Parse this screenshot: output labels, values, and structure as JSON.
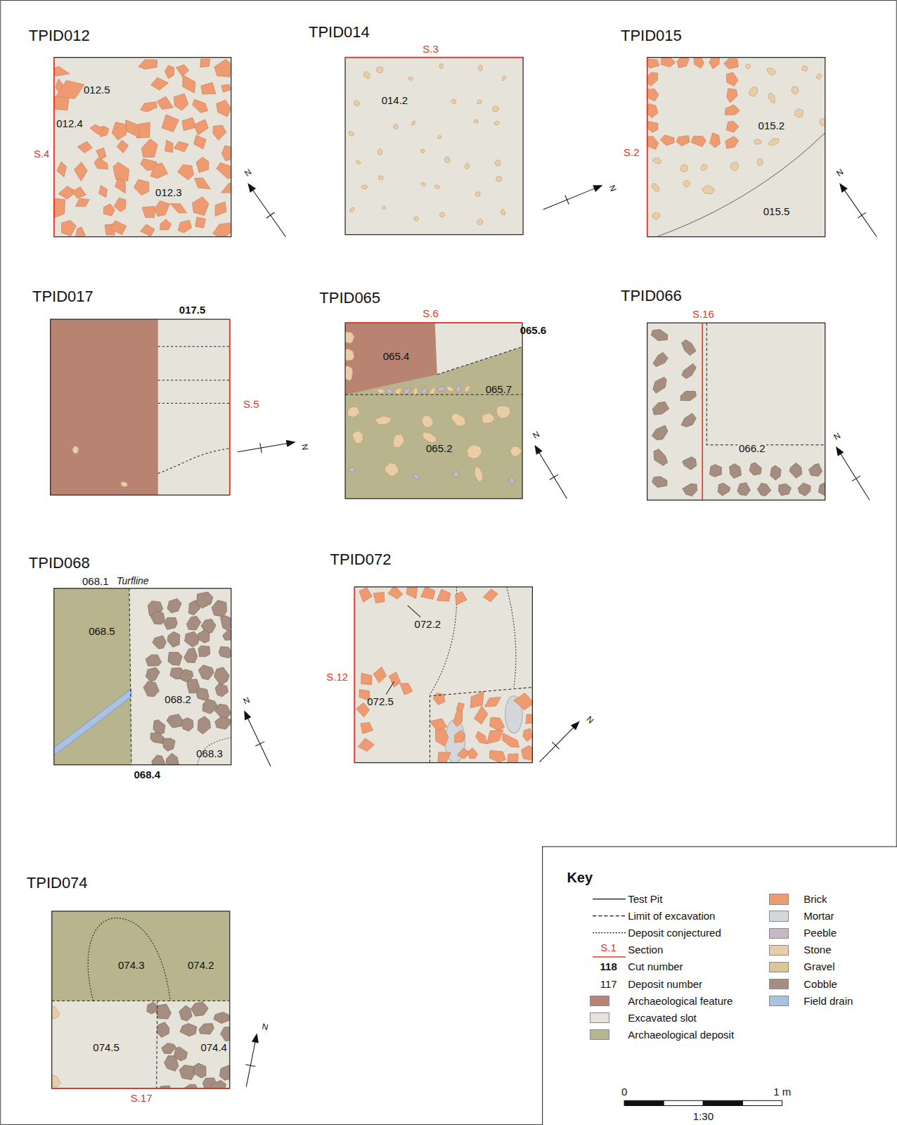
{
  "diagram": {
    "nodes": [
      {
        "text": [
          "TPID012",
          "012.5",
          "012.4",
          "012.3",
          "S.4"
        ]
      },
      {
        "text": [
          "TPID014",
          "S.3",
          "014.2"
        ]
      },
      {
        "text": [
          "TPID015",
          "015.2",
          "S.2",
          "015.5"
        ]
      },
      {
        "text": [
          "TPID017",
          "017.5",
          "S.5"
        ]
      },
      {
        "text": [
          "TPID065",
          "S.6",
          "065.6",
          "065.4",
          "065.7",
          "065.2"
        ]
      },
      {
        "text": [
          "TPID066",
          "S.16",
          "066.2"
        ]
      },
      {
        "text": [
          "TPID068",
          "068.1",
          "Turfline",
          "068.5",
          "068.2",
          "068.3",
          "068.4"
        ]
      },
      {
        "text": [
          "TPID072",
          "072.2",
          "S.12",
          "072.5"
        ]
      },
      {
        "text": [
          "TPID074",
          "074.3",
          "074.2",
          "074.5",
          "074.4",
          "S.17"
        ]
      },
      {
        "text": [
          "Key"
        ]
      }
    ],
    "labels": [
      "S.1",
      "118",
      "117",
      "0",
      "1 m",
      "1:30",
      "N",
      "N",
      "N",
      "N",
      "N",
      "N",
      "N",
      "N",
      "N"
    ],
    "legend": [
      {
        "text": "Test Pit"
      },
      {
        "text": "Limit of excavation"
      },
      {
        "text": "Deposit conjectured"
      },
      {
        "text": "Section"
      },
      {
        "text": "Cut number"
      },
      {
        "text": "Deposit number"
      },
      {
        "text": "Archaeological feature",
        "color": "#b98371"
      },
      {
        "text": "Excavated slot",
        "color": "#e6e3da"
      },
      {
        "text": "Archaeological deposit",
        "color": "#b8b48e"
      },
      {
        "text": "Brick",
        "color": "#ef9b72"
      },
      {
        "text": "Mortar",
        "color": "#d4d7d9"
      },
      {
        "text": "Peeble",
        "color": "#c7b7c7"
      },
      {
        "text": "Stone",
        "color": "#e8cda8"
      },
      {
        "text": "Gravel",
        "color": "#dcc792"
      },
      {
        "text": "Cobble",
        "color": "#a58e80"
      },
      {
        "text": "Field drain",
        "color": "#a9c2e3"
      }
    ]
  }
}
